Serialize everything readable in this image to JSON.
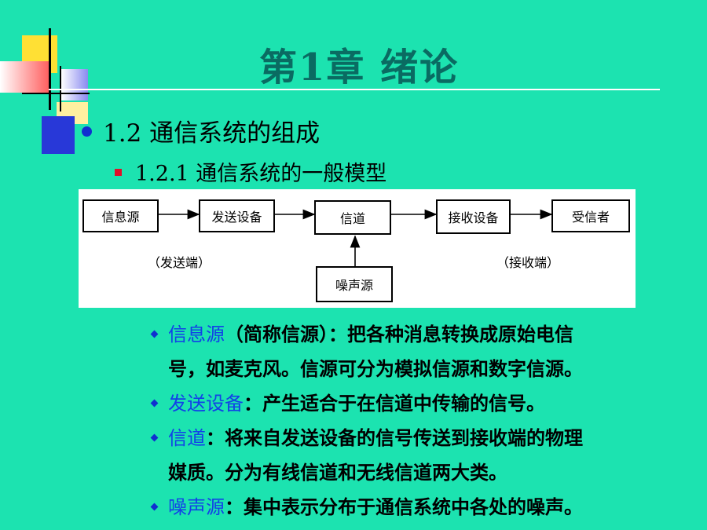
{
  "slide": {
    "title": "第1章 绪论",
    "section": "1.2 通信系统的组成",
    "subsection": "1.2.1 通信系统的一般模型"
  },
  "diagram": {
    "boxes": {
      "source": "信息源",
      "transmitter": "发送设备",
      "channel": "信道",
      "receiver": "接收设备",
      "sink": "受信者",
      "noise": "噪声源"
    },
    "labels": {
      "send_end": "（发送端）",
      "receive_end": "（接收端）"
    }
  },
  "bullets": [
    {
      "term": "信息源",
      "text": "（简称信源）：把各种消息转换成原始电信",
      "cont": "号，如麦克风。信源可分为模拟信源和数字信源。"
    },
    {
      "term": "发送设备",
      "text": "：产生适合于在信道中传输的信号。"
    },
    {
      "term": "信道",
      "text": "：将来自发送设备的信号传送到接收端的物理",
      "cont": "媒质。分为有线信道和无线信道两大类。"
    },
    {
      "term": "噪声源",
      "text": "：集中表示分布于通信系统中各处的噪声。"
    }
  ],
  "colors": {
    "background": "#1CE3B0",
    "title": "#0A6B62",
    "term": "#1240E8",
    "bullet_square": "#E0102A"
  }
}
